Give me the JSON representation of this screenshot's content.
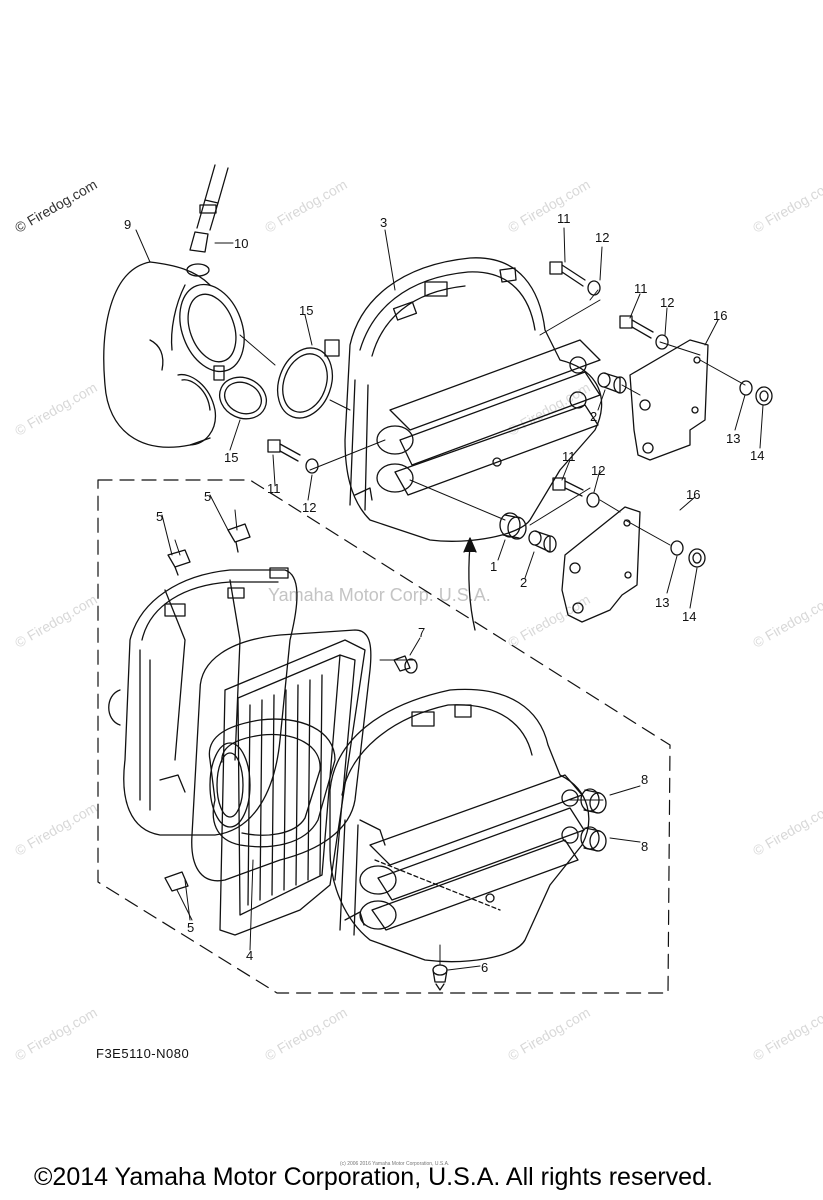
{
  "watermark": {
    "site": "© Firedog.com",
    "repeat": "© Firedog.com",
    "center": "Yamaha Motor Corp. U.S.A."
  },
  "callouts": [
    {
      "id": "1",
      "label": "1"
    },
    {
      "id": "2a",
      "label": "2"
    },
    {
      "id": "2b",
      "label": "2"
    },
    {
      "id": "3",
      "label": "3"
    },
    {
      "id": "4",
      "label": "4"
    },
    {
      "id": "5a",
      "label": "5"
    },
    {
      "id": "5b",
      "label": "5"
    },
    {
      "id": "5c",
      "label": "5"
    },
    {
      "id": "6",
      "label": "6"
    },
    {
      "id": "7",
      "label": "7"
    },
    {
      "id": "8a",
      "label": "8"
    },
    {
      "id": "8b",
      "label": "8"
    },
    {
      "id": "9",
      "label": "9"
    },
    {
      "id": "10",
      "label": "10"
    },
    {
      "id": "11a",
      "label": "11"
    },
    {
      "id": "11b",
      "label": "11"
    },
    {
      "id": "11c",
      "label": "11"
    },
    {
      "id": "11d",
      "label": "11"
    },
    {
      "id": "12a",
      "label": "12"
    },
    {
      "id": "12b",
      "label": "12"
    },
    {
      "id": "12c",
      "label": "12"
    },
    {
      "id": "12d",
      "label": "12"
    },
    {
      "id": "13a",
      "label": "13"
    },
    {
      "id": "13b",
      "label": "13"
    },
    {
      "id": "14a",
      "label": "14"
    },
    {
      "id": "14b",
      "label": "14"
    },
    {
      "id": "15a",
      "label": "15"
    },
    {
      "id": "15b",
      "label": "15"
    },
    {
      "id": "16a",
      "label": "16"
    },
    {
      "id": "16b",
      "label": "16"
    }
  ],
  "diagram_code": "F3E5110-N080",
  "tiny_notice": "(c) 2006 2016 Yamaha Motor Corporation, U.S.A.",
  "copyright": "©2014 Yamaha Motor Corporation, U.S.A. All rights reserved.",
  "colors": {
    "ink": "#111111",
    "watermark": "#d8d8d8",
    "background": "#ffffff"
  }
}
